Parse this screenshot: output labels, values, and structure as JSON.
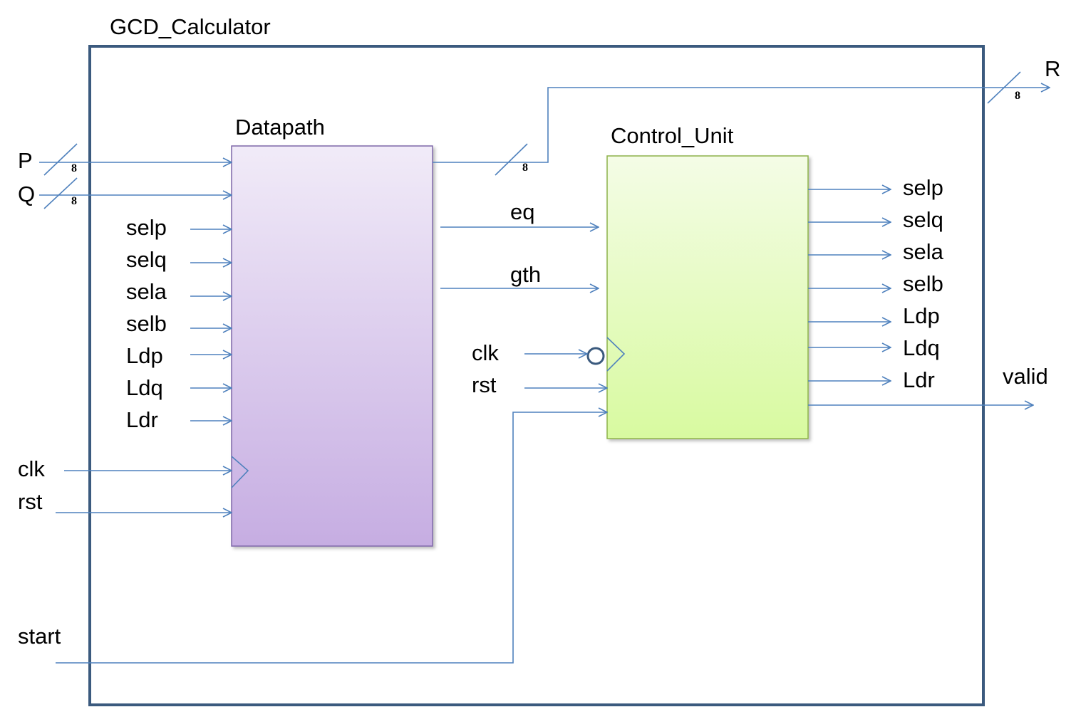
{
  "top_module": {
    "name": "GCD_Calculator",
    "inputs": {
      "p": "P",
      "q": "Q",
      "clk": "clk",
      "rst": "rst",
      "start": "start"
    },
    "outputs": {
      "r": "R",
      "valid": "valid"
    },
    "bus_widths": {
      "p": "8",
      "q": "8",
      "datapath_out": "8",
      "r": "8"
    }
  },
  "datapath": {
    "name": "Datapath",
    "control_inputs": [
      "selp",
      "selq",
      "sela",
      "selb",
      "Ldp",
      "Ldq",
      "Ldr"
    ],
    "status_outputs": {
      "eq": "eq",
      "gth": "gth"
    }
  },
  "control_unit": {
    "name": "Control_Unit",
    "inputs": {
      "clk": "clk",
      "rst": "rst"
    },
    "control_outputs": [
      "selp",
      "selq",
      "sela",
      "selb",
      "Ldp",
      "Ldq",
      "Ldr"
    ]
  },
  "colors": {
    "wire": "#4F81BD",
    "outer_border": "#3B5A7E",
    "datapath_fill_top": "#F1EBF8",
    "datapath_fill_bottom": "#C6ADE2",
    "datapath_border": "#7E67A8",
    "control_fill_top": "#F4FCE6",
    "control_fill_bottom": "#D8FAA0",
    "control_border": "#8DB24A"
  }
}
